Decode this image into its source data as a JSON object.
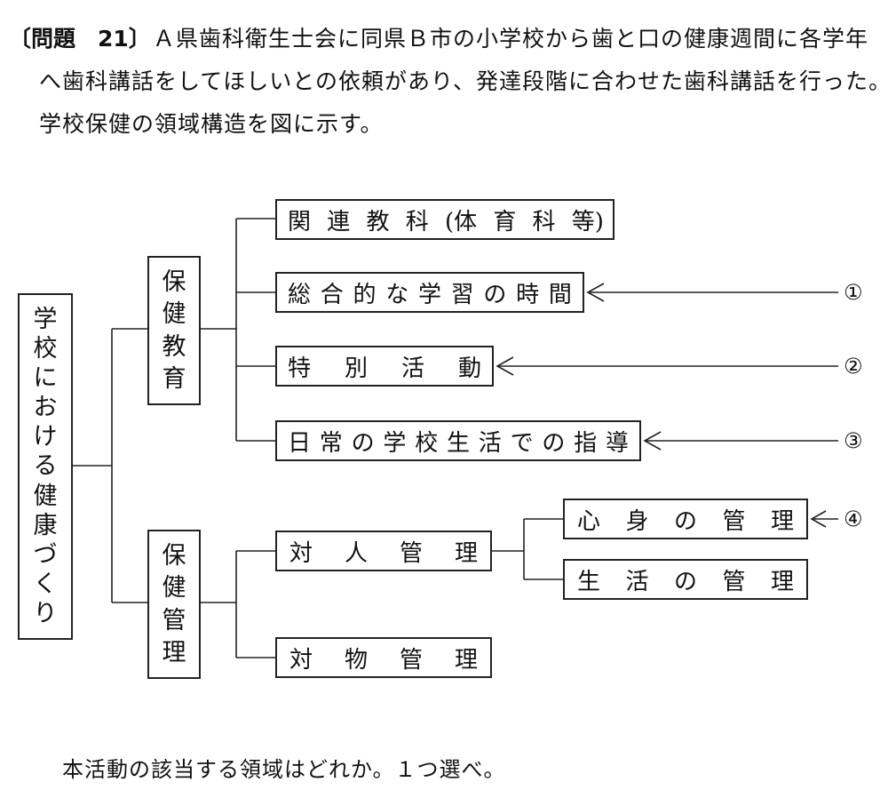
{
  "question": {
    "label": "〔問題　21〕",
    "line1": "Ａ県歯科衛生士会に同県Ｂ市の小学校から歯と口の健康週間に各学年",
    "line2": "へ歯科講話をしてほしいとの依頼があり、発達段階に合わせた歯科講話を行った。",
    "line3": "学校保健の領域構造を図に示す。"
  },
  "diagram": {
    "root": [
      "学",
      "校",
      "に",
      "お",
      "け",
      "る",
      "健",
      "康",
      "づ",
      "く",
      "り"
    ],
    "branch_education": [
      "保",
      "健",
      "教",
      "育"
    ],
    "branch_management": [
      "保",
      "健",
      "管",
      "理"
    ],
    "edu_items": {
      "subjects": [
        "関",
        "連",
        "教",
        "科",
        "(体",
        "育",
        "科",
        "等)"
      ],
      "integrated": [
        "総",
        "合",
        "的",
        "な",
        "学",
        "習",
        "の",
        "時",
        "間"
      ],
      "special": [
        "特",
        "別",
        "活",
        "動"
      ],
      "daily": [
        "日",
        "常",
        "の",
        "学",
        "校",
        "生",
        "活",
        "で",
        "の",
        "指",
        "導"
      ]
    },
    "mgmt_items": {
      "personal": [
        "対",
        "人",
        "管",
        "理"
      ],
      "object": [
        "対",
        "物",
        "管",
        "理"
      ],
      "mind_body": [
        "心",
        "身",
        "の",
        "管",
        "理"
      ],
      "life": [
        "生",
        "活",
        "の",
        "管",
        "理"
      ]
    },
    "markers": {
      "m1": "①",
      "m2": "②",
      "m3": "③",
      "m4": "④"
    }
  },
  "prompt": "本活動の該当する領域はどれか。１つ選べ。"
}
